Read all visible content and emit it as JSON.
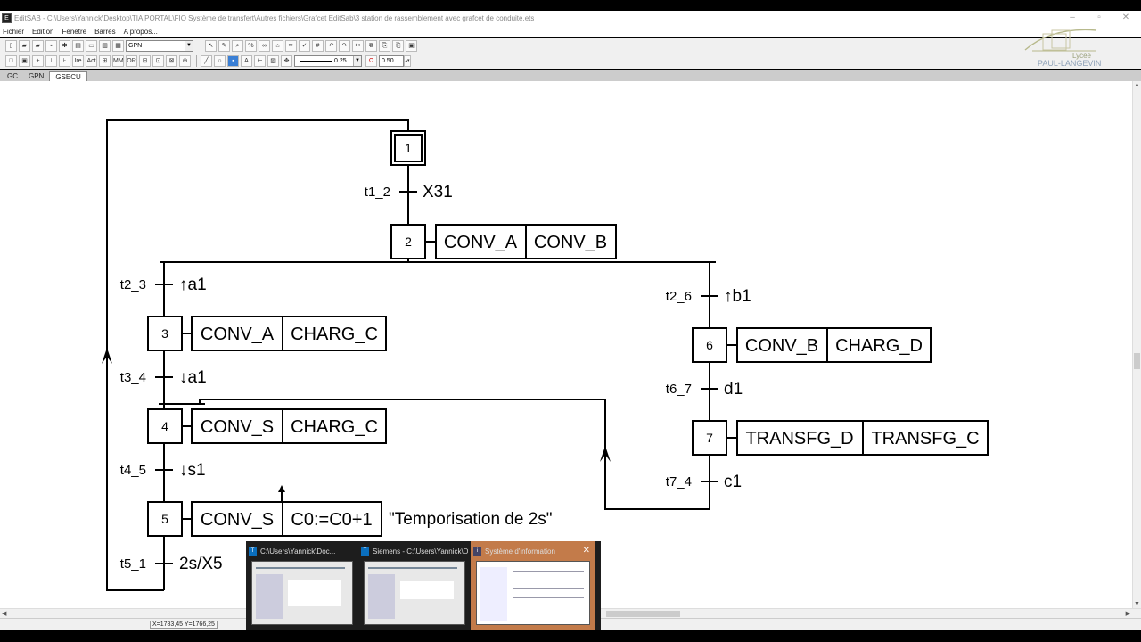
{
  "window": {
    "title": "EditSAB - C:\\Users\\Yannick\\Desktop\\TIA PORTAL\\FIO Système de transfert\\Autres fichiers\\Grafcet EditSab\\3 station de rassemblement avec grafcet de conduite.ets",
    "app_icon": "editsab-icon"
  },
  "menu": [
    "Fichier",
    "Edition",
    "Fenêtre",
    "Barres",
    "A propos..."
  ],
  "toolbar1": {
    "mode_select": "GPN"
  },
  "toolbar2": {
    "icons_text": [
      "Ire",
      "Act",
      "MM",
      "OR"
    ],
    "line_width": "0.25",
    "zoom_value": "0.50"
  },
  "tabs": [
    "GC",
    "GPN",
    "GSECU"
  ],
  "logo": {
    "line1": "Lycée",
    "line2": "PAUL-LANGEVIN"
  },
  "grafcet": {
    "steps": [
      {
        "id": "1",
        "initial": true
      },
      {
        "id": "2"
      },
      {
        "id": "3"
      },
      {
        "id": "4"
      },
      {
        "id": "5"
      },
      {
        "id": "6"
      },
      {
        "id": "7"
      }
    ],
    "actions": {
      "s2": [
        "CONV_A",
        "CONV_B"
      ],
      "s3": [
        "CONV_A",
        "CHARG_C"
      ],
      "s4": [
        "CONV_S",
        "CHARG_C"
      ],
      "s5": [
        "CONV_S",
        "C0:=C0+1"
      ],
      "s5_comment": "\"Temporisation de 2s\"",
      "s6": [
        "CONV_B",
        "CHARG_D"
      ],
      "s7": [
        "TRANSFG_D",
        "TRANSFG_C"
      ]
    },
    "transitions": [
      {
        "name": "t1_2",
        "condition": "X31"
      },
      {
        "name": "t2_3",
        "condition": "↑a1"
      },
      {
        "name": "t3_4",
        "condition": "↓a1"
      },
      {
        "name": "t4_5",
        "condition": "↓s1"
      },
      {
        "name": "t5_1",
        "condition": "2s/X5"
      },
      {
        "name": "t2_6",
        "condition": "↑b1"
      },
      {
        "name": "t6_7",
        "condition": "d1"
      },
      {
        "name": "t7_4",
        "condition": "c1"
      }
    ]
  },
  "status": {
    "coords": "X=1783,45 Y=1766,25"
  },
  "task_previews": [
    {
      "title": "C:\\Users\\Yannick\\Doc...",
      "icon": "tia-icon"
    },
    {
      "title": "Siemens - C:\\Users\\Yannick\\D...",
      "icon": "tia-icon"
    },
    {
      "title": "Système d'information",
      "icon": "sysinfo-icon"
    }
  ]
}
